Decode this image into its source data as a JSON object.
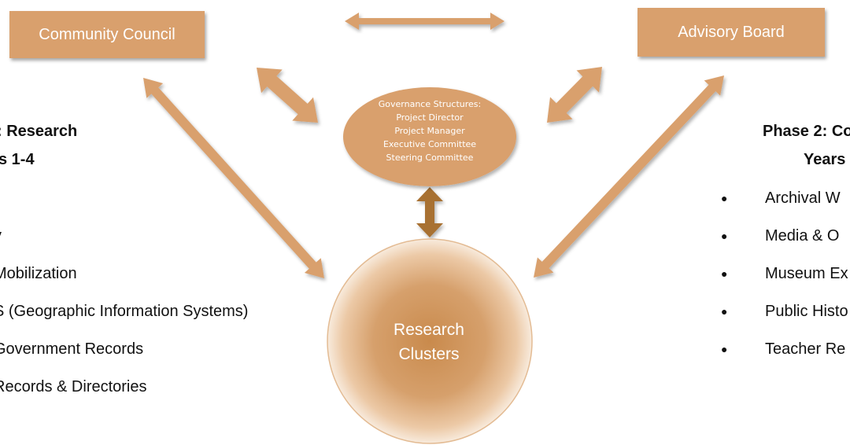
{
  "nodes": {
    "community_council": "Community Council",
    "advisory_board": "Advisory Board",
    "governance": [
      "Governance Structures:",
      "Project Director",
      "Project Manager",
      "Executive Committee",
      "Steering Committee"
    ],
    "research_clusters": [
      "Research",
      "Clusters"
    ]
  },
  "left_panel": {
    "heading_line1": ": Research",
    "heading_line2": "s 1-4",
    "items": [
      "",
      "y",
      "Mobilization",
      "S   (Geographic Information Systems)",
      "Government Records",
      "Records & Directories"
    ]
  },
  "right_panel": {
    "heading_line1": "Phase 2: Co",
    "heading_line2": "Years",
    "items": [
      "Archival W",
      "Media & O",
      "Museum Ex",
      "Public Histo",
      "Teacher Re"
    ]
  },
  "colors": {
    "box_fill": "#d9a06d",
    "arrow_fill": "#d9a06d",
    "arrow_dark": "#a87133",
    "text": "#ffffff"
  }
}
